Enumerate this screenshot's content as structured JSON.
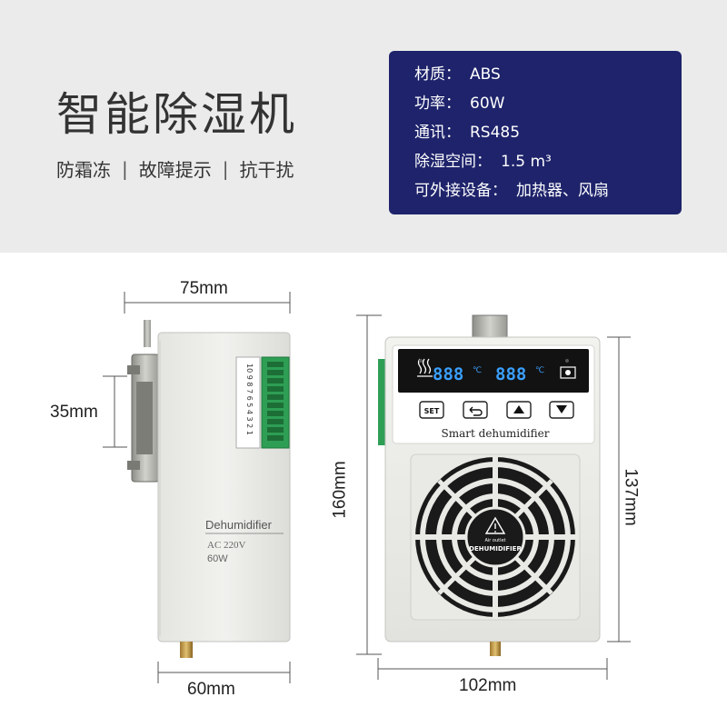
{
  "header": {
    "title": "智能除湿机",
    "features": [
      "防霜冻",
      "故障提示",
      "抗干扰"
    ],
    "separator": "|"
  },
  "specs": [
    {
      "label": "材质：",
      "value": "ABS"
    },
    {
      "label": "功率：",
      "value": "60W"
    },
    {
      "label": "通讯：",
      "value": "RS485"
    },
    {
      "label": "除湿空间：",
      "value": "1.5 m³"
    },
    {
      "label": "可外接设备：",
      "value": "加热器、风扇"
    }
  ],
  "side_view": {
    "width_top": "75mm",
    "rail_height": "35mm",
    "width_bottom": "60mm",
    "label_name": "Dehumidifier",
    "label_voltage": "AC 220V",
    "label_power": "60W",
    "terminal_numbers": "10 9 8 7 6 5 4 3 2 1"
  },
  "front_view": {
    "height_left": "160mm",
    "height_right": "137mm",
    "width_bottom": "102mm",
    "display_left": "888",
    "display_right": "888",
    "unit": "℃",
    "buttons": [
      "SET",
      "⮌",
      "▲",
      "▼"
    ],
    "brand_text": "Smart dehumidifier",
    "fan_badge": "DEHUMIDIFIER",
    "fan_badge_small": "Air outlet"
  }
}
